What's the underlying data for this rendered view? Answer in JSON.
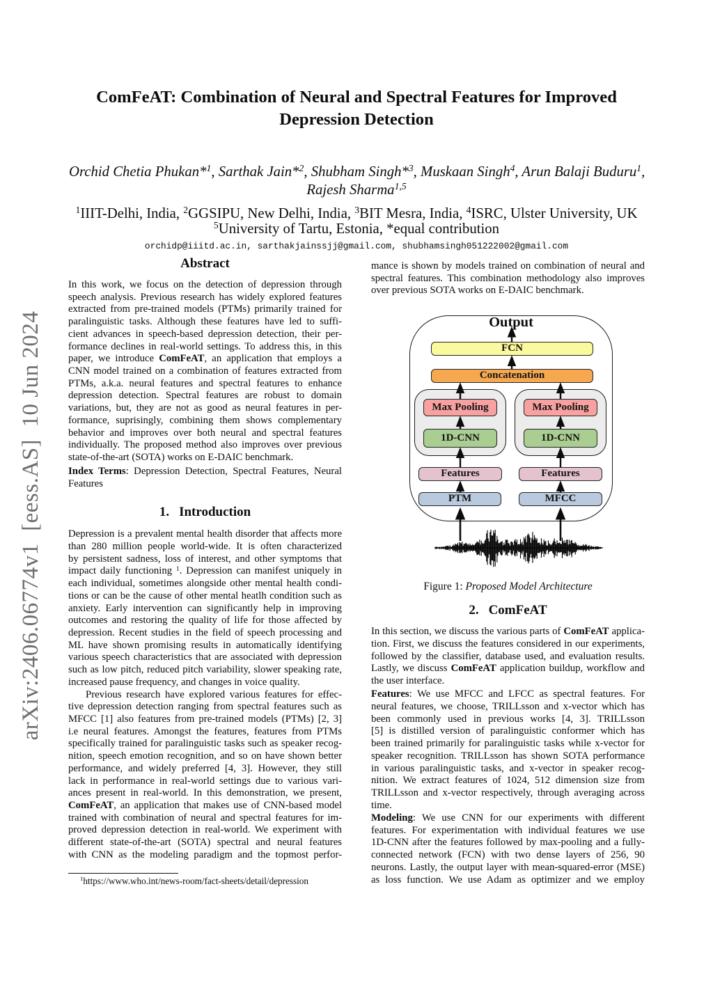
{
  "watermark": {
    "text": "arXiv:2406.06774v1  [eess.AS]  10 Jun 2024",
    "color": "#6e6e6e"
  },
  "header": {
    "title_line1": "ComFeAT: Combination of Neural and Spectral Features for Improved",
    "title_line2": "Depression Detection",
    "authors_line1": "Orchid Chetia Phukan*^{1}, Sarthak Jain*^{2}, Shubham Singh*^{3}, Muskaan Singh^{4}, Arun Balaji Buduru^{1},",
    "authors_line2": "Rajesh Sharma^{1,5}",
    "affiliations_line1": "^{1}IIIT-Delhi, India, ^{2}GGSIPU, New Delhi, India, ^{3}BIT Mesra, India, ^{4}ISRC, Ulster University, UK",
    "affiliations_line2": "^{5}University of Tartu, Estonia, *equal contribution",
    "emails": "orchidp@iiitd.ac.in, sarthakjainssjj@gmail.com, shubhamsingh051222002@gmail.com"
  },
  "abstract": {
    "heading": "Abstract",
    "lines": [
      "In this work, we focus on the detection of depression through",
      "speech analysis. Previous research has widely explored features",
      "extracted from pre-trained models (PTMs) primarily trained for",
      "paralinguistic tasks. Although these features have led to suffi-",
      "cient advances in speech-based depression detection, their per-",
      "formance declines in real-world settings. To address this, in this",
      "paper, we introduce **ComFeAT**, an application that employs a",
      "CNN model trained on a combination of features extracted from",
      "PTMs, a.k.a. neural features and spectral features to enhance",
      "depression detection. Spectral features are robust to domain",
      "variations, but, they are not as good as neural features in per-",
      "formance, suprisingly, combining them shows complementary",
      "behavior and improves over both neural and spectral features",
      "individually. The proposed method also improves over previous",
      "state-of-the-art (SOTA) works on E-DAIC benchmark."
    ],
    "index_terms_lines": [
      "**Index Terms**: Depression Detection, Spectral Features, Neural",
      "Features"
    ]
  },
  "section1": {
    "number": "1.",
    "title": "Introduction",
    "p1_lines": [
      "Depression is a prevalent mental health disorder that affects more",
      "than 280 million people world-wide. It is often characterized",
      "by persistent sadness, loss of interest, and other symptoms that",
      "impact daily functioning ^{1}. Depression can manifest uniquely in",
      "each individual, sometimes alongside other mental health condi-",
      "tions or can be the cause of other mental heatlh condition such as",
      "anxiety. Early intervention can significantly help in improving",
      "outcomes and restoring the quality of life for those affected by",
      "depression. Recent studies in the field of speech processing and",
      "ML have shown promising results in automatically identifying",
      "various speech characteristics that are associated with depression",
      "such as low pitch, reduced pitch variability, slower speaking rate,",
      "increased pause frequency, and changes in voice quality."
    ],
    "p2_lines": [
      "Previous research have explored various features for effec-",
      "tive depression detection ranging from spectral features such as",
      "MFCC [1] also features from pre-trained models (PTMs) [2, 3]",
      "i.e neural features. Amongst the features, features from PTMs",
      "specifically trained for paralinguistic tasks such as speaker recog-",
      "nition, speech emotion recognition, and so on have shown better",
      "performance, and widely preferred [4, 3]. However, they still",
      "lack in performance in real-world settings due to various vari-",
      "ances present in real-world. In this demonstration, we present,",
      "**ComFeAT**, an application that makes use of CNN-based model",
      "trained with combination of neural and spectral features for im-",
      "proved depression detection in real-world. We experiment with",
      "different state-of-the-art (SOTA) spectral and neural features",
      "with CNN as the modeling paradigm and the topmost perfor-"
    ]
  },
  "footnote": {
    "text": "^{1}https://www.who.int/news-room/fact-sheets/detail/depression"
  },
  "right_column": {
    "cont_lines": [
      "mance is shown by models trained on combination of neural and",
      "spectral features. This combination methodology also improves",
      "over previous SOTA works on E-DAIC benchmark."
    ]
  },
  "figure": {
    "output_label": "Output",
    "fcn": "FCN",
    "concat": "Concatenation",
    "maxpool": "Max Pooling",
    "cnn": "1D-CNN",
    "features": "Features",
    "ptm": "PTM",
    "mfcc": "MFCC",
    "caption_prefix": "Figure 1: ",
    "caption_title": "Proposed Model Architecture",
    "colors": {
      "fcn": "#fbf99e",
      "concat": "#f6a851",
      "maxpool": "#f8a1a1",
      "cnn": "#aacd92",
      "features": "#e4c3cf",
      "ptm": "#b9cade",
      "mfcc": "#b9cade"
    }
  },
  "section2": {
    "number": "2.",
    "title": "ComFeAT",
    "p1_lines": [
      "In this section, we discuss the various parts of **ComFeAT** applica-",
      "tion. First, we discuss the features considered in our experiments,",
      "followed by the classifier, database used, and evaluation results.",
      "Lastly, we discuss **ComFeAT** application buildup, workflow and",
      "the user interface."
    ],
    "p2_lines": [
      "**Features**: We use MFCC and LFCC as spectral features. For",
      "neural features, we choose, TRILLsson and x-vector which has",
      "been commonly used in previous works [4, 3].  TRILLsson",
      "[5] is distilled version of paralinguistic conformer which has",
      "been trained primarily for paralinguistic tasks while x-vector for",
      "speaker recognition. TRILLsson has shown SOTA performance",
      "in various paralinguistic tasks, and x-vector in speaker recog-",
      "nition. We extract features of 1024, 512 dimension size from",
      "TRILLsson and x-vector respectively, through averaging across",
      "time."
    ],
    "p3_lines": [
      "**Modeling**: We use CNN for our experiments with different",
      "features. For experimentation with individual features we use",
      "1D-CNN after the features followed by max-pooling and a fully-",
      "connected network (FCN) with two dense layers of 256, 90",
      "neurons. Lastly, the output layer with mean-squared-error (MSE)",
      "as loss function.  We use Adam as optimizer and we employ"
    ]
  }
}
